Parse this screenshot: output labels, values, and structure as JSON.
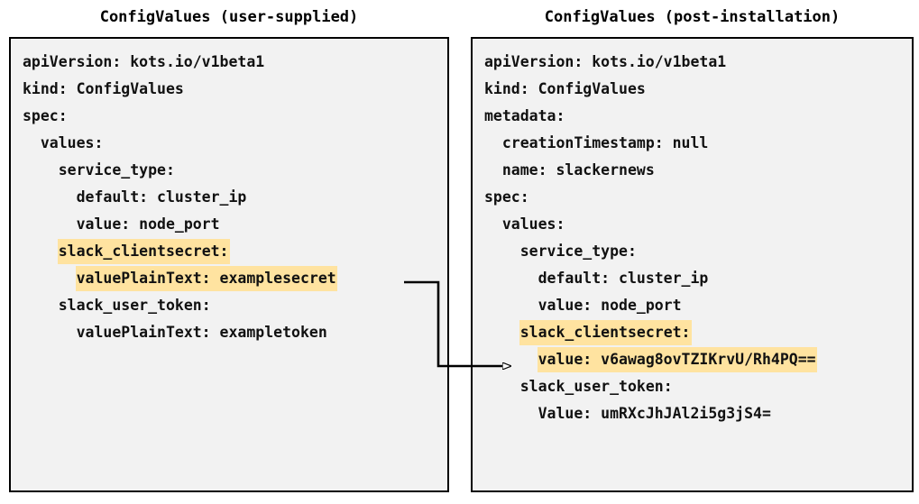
{
  "diagram": {
    "type": "two-panel-yaml-comparison",
    "background_color": "#ffffff",
    "box_fill_color": "#f2f2f2",
    "box_border_color": "#000000",
    "highlight_color": "#ffe3a0",
    "arrow_color": "#000000"
  },
  "left_panel": {
    "title": "ConfigValues (user-supplied)",
    "lines": [
      {
        "text": "apiVersion: kots.io/v1beta1",
        "highlight": false
      },
      {
        "text": "kind: ConfigValues",
        "highlight": false
      },
      {
        "text": "spec:",
        "highlight": false
      },
      {
        "text": "  values:",
        "highlight": false
      },
      {
        "text": "    service_type:",
        "highlight": false
      },
      {
        "text": "      default: cluster_ip",
        "highlight": false
      },
      {
        "text": "      value: node_port",
        "highlight": false
      },
      {
        "text": "    slack_clientsecret:",
        "highlight": true
      },
      {
        "text": "      valuePlainText: examplesecret",
        "highlight": true
      },
      {
        "text": "    slack_user_token:",
        "highlight": false
      },
      {
        "text": "      valuePlainText: exampletoken",
        "highlight": false
      }
    ]
  },
  "right_panel": {
    "title": "ConfigValues (post-installation)",
    "lines": [
      {
        "text": "apiVersion: kots.io/v1beta1",
        "highlight": false
      },
      {
        "text": "kind: ConfigValues",
        "highlight": false
      },
      {
        "text": "metadata:",
        "highlight": false
      },
      {
        "text": "  creationTimestamp: null",
        "highlight": false
      },
      {
        "text": "  name: slackernews",
        "highlight": false
      },
      {
        "text": "spec:",
        "highlight": false
      },
      {
        "text": "  values:",
        "highlight": false
      },
      {
        "text": "    service_type:",
        "highlight": false
      },
      {
        "text": "      default: cluster_ip",
        "highlight": false
      },
      {
        "text": "      value: node_port",
        "highlight": false
      },
      {
        "text": "    slack_clientsecret:",
        "highlight": true
      },
      {
        "text": "      value: v6awag8ovTZIKrvU/Rh4PQ==",
        "highlight": true
      },
      {
        "text": "    slack_user_token:",
        "highlight": false
      },
      {
        "text": "      Value: umRXcJhJAl2i5g3jS4=",
        "highlight": false
      }
    ]
  },
  "connector": {
    "label": "encryption-mapping-arrow",
    "from": "left_panel.lines.8",
    "to": "right_panel.lines.11"
  }
}
